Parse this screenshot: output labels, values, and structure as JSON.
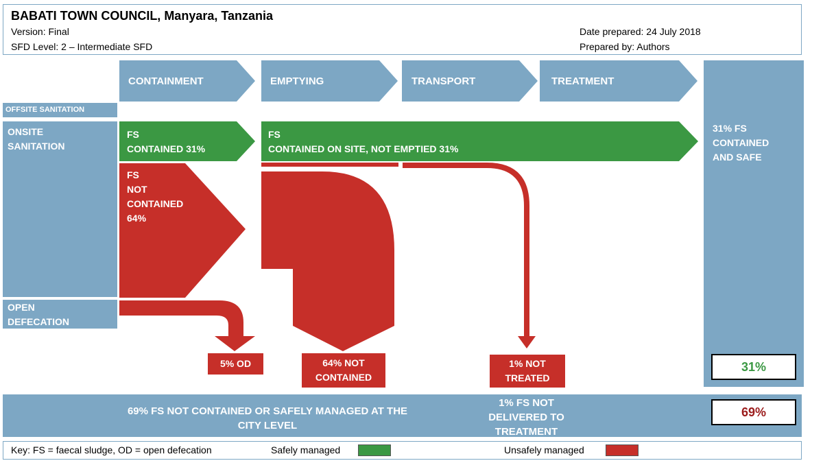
{
  "header": {
    "title": "BABATI TOWN COUNCIL, Manyara, Tanzania",
    "version": "Version: Final",
    "sfd_level": "SFD Level: 2 – Intermediate SFD",
    "date_prepared": "Date prepared: 24 July 2018",
    "prepared_by": "Prepared by: Authors"
  },
  "stages": {
    "containment": "CONTAINMENT",
    "emptying": "EMPTYING",
    "transport": "TRANSPORT",
    "treatment": "TREATMENT"
  },
  "rows": {
    "offsite": "OFFSITE SANITATION",
    "onsite_line1": "ONSITE",
    "onsite_line2": "SANITATION",
    "od_line1": "OPEN",
    "od_line2": "DEFECATION"
  },
  "flows": {
    "contained_line1": "FS",
    "contained_line2": "CONTAINED 31%",
    "not_emptied_line1": "FS",
    "not_emptied_line2": "CONTAINED ON SITE, NOT EMPTIED 31%",
    "not_contained_line1": "FS",
    "not_contained_line2": "NOT",
    "not_contained_line3": "CONTAINED",
    "not_contained_line4": "64%"
  },
  "safe_column": {
    "line1": "31% FS",
    "line2": "CONTAINED",
    "line3": "AND SAFE",
    "total": "31%"
  },
  "outcomes": {
    "od": "5% OD",
    "not_contained_line1": "64% NOT",
    "not_contained_line2": "CONTAINED",
    "not_treated_line1": "1% NOT",
    "not_treated_line2": "TREATED"
  },
  "bottom": {
    "unsafe_line1": "69% FS NOT CONTAINED OR SAFELY MANAGED AT THE",
    "unsafe_line2": "CITY LEVEL",
    "not_delivered_line1": "1% FS NOT",
    "not_delivered_line2": "DELIVERED TO",
    "not_delivered_line3": "TREATMENT",
    "total": "69%"
  },
  "key": {
    "text": "Key: FS = faecal sludge, OD = open defecation",
    "safe": "Safely managed",
    "unsafe": "Unsafely managed"
  },
  "colors": {
    "blue": "#7da7c4",
    "green": "#3b9843",
    "red": "#c62f29",
    "safe_total_text": "#3b9843",
    "unsafe_total_text": "#9b1c1c"
  }
}
